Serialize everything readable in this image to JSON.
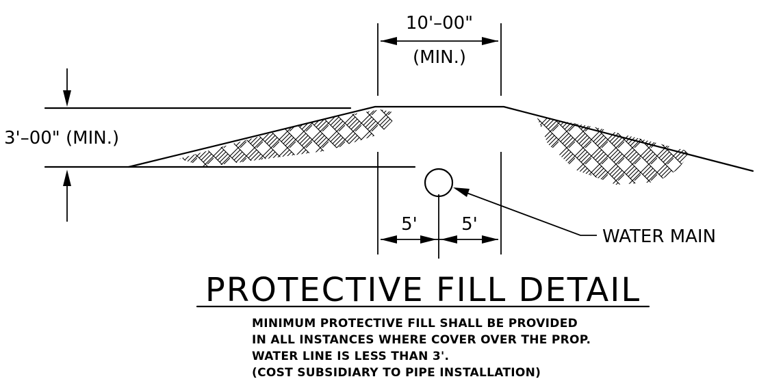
{
  "dimensions": {
    "top_width": "10'–00\"",
    "top_width_note": "(MIN.)",
    "cover_depth": "3'–00\" (MIN.)",
    "left_offset": "5'",
    "right_offset": "5'"
  },
  "labels": {
    "water_main": "WATER MAIN"
  },
  "title": "PROTECTIVE FILL DETAIL",
  "notes": [
    "MINIMUM PROTECTIVE FILL SHALL BE PROVIDED",
    "IN ALL INSTANCES WHERE COVER OVER THE PROP.",
    "WATER LINE IS LESS THAN 3'.",
    "(COST SUBSIDIARY TO PIPE INSTALLATION)"
  ]
}
